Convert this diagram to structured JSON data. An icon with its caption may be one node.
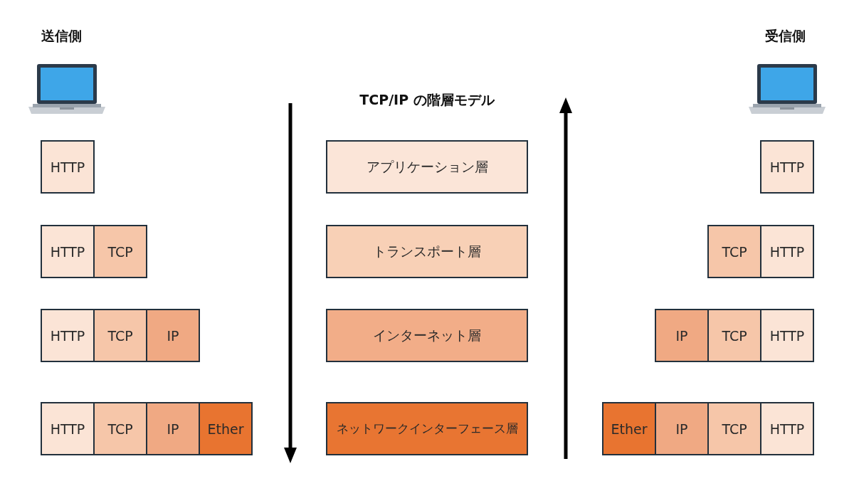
{
  "diagram": {
    "title": "TCP/IP の階層モデル",
    "nodes": [
      {
        "text": [
          "HTTP"
        ]
      },
      {
        "text": [
          "アプリケーション層"
        ]
      },
      {
        "text": [
          "HTTP"
        ]
      },
      {
        "text": [
          "HTTP"
        ]
      },
      {
        "text": [
          "TCP"
        ]
      },
      {
        "text": [
          "トランスポート層"
        ]
      },
      {
        "text": [
          "TCP"
        ]
      },
      {
        "text": [
          "HTTP"
        ]
      },
      {
        "text": [
          "HTTP"
        ]
      },
      {
        "text": [
          "TCP"
        ]
      },
      {
        "text": [
          "IP"
        ]
      },
      {
        "text": [
          "インターネット層"
        ]
      },
      {
        "text": [
          "IP"
        ]
      },
      {
        "text": [
          "TCP"
        ]
      },
      {
        "text": [
          "HTTP"
        ]
      },
      {
        "text": [
          "HTTP"
        ]
      },
      {
        "text": [
          "TCP"
        ]
      },
      {
        "text": [
          "IP"
        ]
      },
      {
        "text": [
          "Ether"
        ]
      },
      {
        "text": [
          "ネットワークインターフェース層"
        ]
      },
      {
        "text": [
          "Ether"
        ]
      },
      {
        "text": [
          "IP"
        ]
      },
      {
        "text": [
          "TCP"
        ]
      },
      {
        "text": [
          "HTTP"
        ]
      }
    ],
    "labels": [
      "送信側",
      "受信側"
    ]
  }
}
